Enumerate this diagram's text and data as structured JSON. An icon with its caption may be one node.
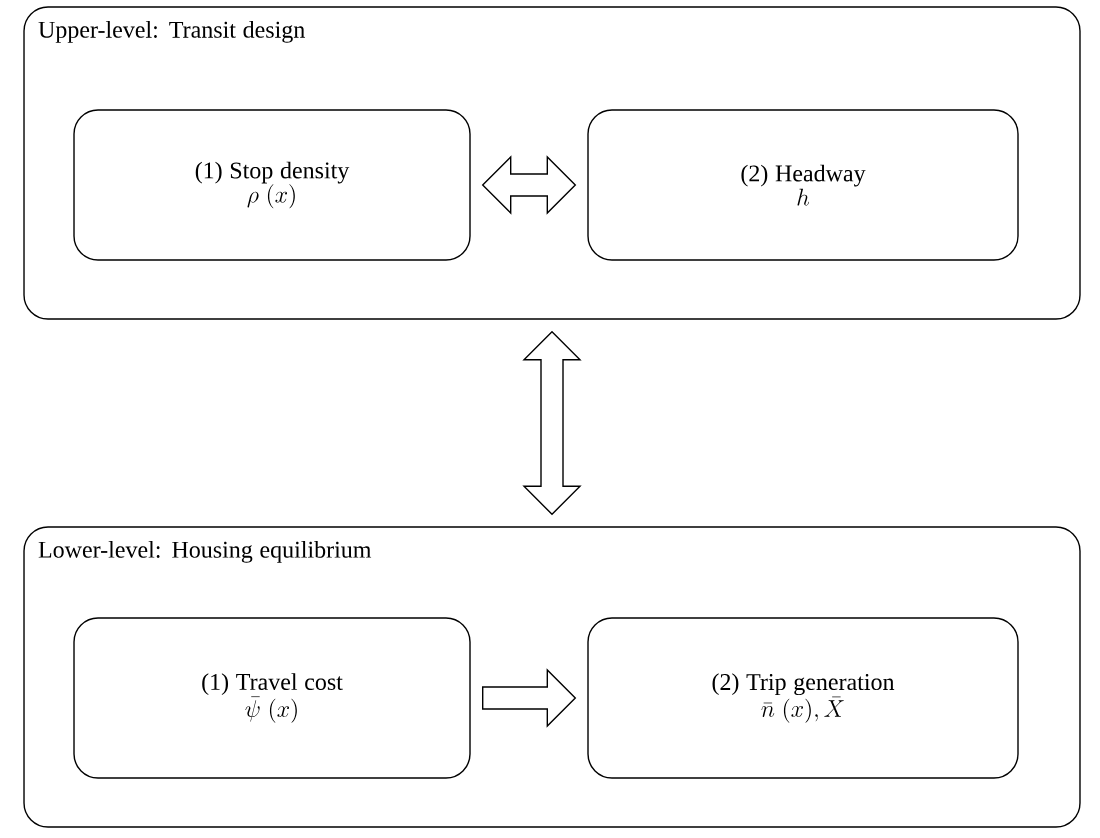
{
  "diagram": {
    "nodes": [
      {
        "text": [
          "Upper-level: Transit design"
        ]
      },
      {
        "text": [
          "(1) Stop density",
          "\\rho\\ (x)"
        ],
        "in": 0
      },
      {
        "text": [
          "(2) Headway",
          "h"
        ],
        "in": 0
      },
      {
        "text": [
          "Lower-level: Housing equilibrium"
        ]
      },
      {
        "text": [
          "(1) Travel cost",
          "\\bar{\\psi}\\ (x)"
        ],
        "in": 3
      },
      {
        "text": [
          "(2) Trip generation",
          "\\bar{n}\\ (x), \\bar{X}"
        ],
        "in": 3
      }
    ],
    "edges": [
      {
        "from": 1,
        "to": 2,
        "arrow": "both"
      },
      {
        "from": 0,
        "to": 3,
        "arrow": "both"
      },
      {
        "from": 4,
        "to": 5,
        "arrow": "to"
      }
    ]
  }
}
